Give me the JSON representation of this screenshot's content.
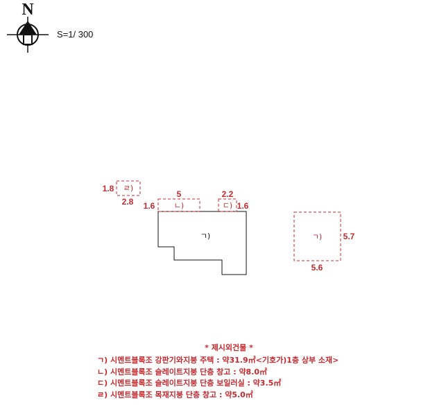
{
  "north": {
    "letter": "N"
  },
  "scale": {
    "label": "S=1/ 300"
  },
  "main_building": {
    "label": "ㄱ)"
  },
  "annex_l": {
    "label": "ㄴ)",
    "width": "5",
    "depth": "1.6"
  },
  "annex_d": {
    "label": "ㄷ)",
    "width": "2.2",
    "depth": "1.6"
  },
  "annex_r": {
    "label": "ㄹ)",
    "width": "2.8",
    "depth": "1.8"
  },
  "annex_g": {
    "label": "ㄱ)",
    "width": "5.6",
    "depth": "5.7"
  },
  "legend": {
    "title": "*  제시외건물  *",
    "items": [
      "ㄱ) 시멘트블록조 강판기와지붕 주택 : 약31.9㎡<기호가)1층 상부 소재>",
      "ㄴ) 시멘트블록조 슬레이트지붕 단층 창고 : 약8.0㎡",
      "ㄷ) 시멘트블록조 슬레이트지붕 단층 보일러실 : 약3.5㎡",
      "ㄹ) 시멘트블록조 목재지붕 단층 창고 : 약5.0㎡"
    ]
  },
  "colors": {
    "annotation": "#c8282d",
    "outline": "#111111"
  }
}
